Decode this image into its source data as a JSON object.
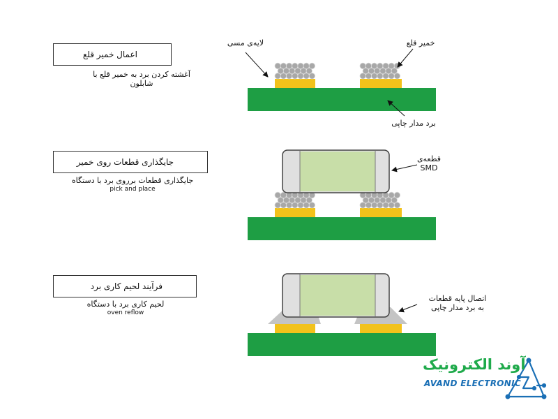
{
  "steps": [
    {
      "title": "اعمال خمیر قلع",
      "desc_fa": "آغشته کردن برد به خمیر قلع با شابلون",
      "desc_en": ""
    },
    {
      "title": "جایگذاری قطعات روی خمیر",
      "desc_fa": "جایگذاری قطعات برروی برد با دستگاه",
      "desc_en": "pick and place"
    },
    {
      "title": "فرآیند لحیم کاری برد",
      "desc_fa": "لحیم کاری برد با دستگاه",
      "desc_en": "oven reflow"
    }
  ],
  "labels": {
    "copper_layer": "لایه‌ی مسی",
    "solder_paste": "خمیر قلع",
    "pcb": "برد مدار چاپی",
    "smd_line1": "قطعه‌ی",
    "smd_line2": "SMD",
    "joint_line1": "اتصال پایه قطعات",
    "joint_line2": "به برد مدار چاپی"
  },
  "logo": {
    "text_fa": "آوند الکترونیک",
    "text_en": "AVAND ELECTRONIC"
  },
  "colors": {
    "pcb_green": "#1e9e44",
    "pad_yellow": "#f2c21b",
    "solder_gray": "#a8a8a8",
    "body_green": "#c8dea8",
    "logo_green": "#1faa4b",
    "logo_blue": "#1a6fb5"
  }
}
